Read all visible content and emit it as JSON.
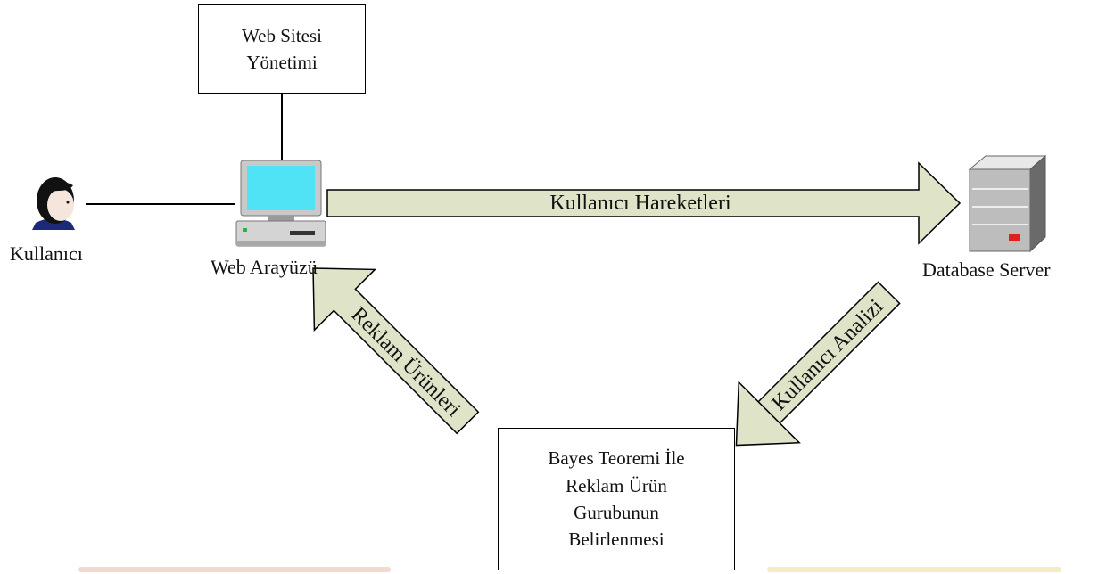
{
  "nodes": {
    "website_management": {
      "line1": "Web Sitesi",
      "line2": "Yönetimi"
    },
    "user": {
      "label": "Kullanıcı"
    },
    "web_interface": {
      "label": "Web Arayüzü"
    },
    "database_server": {
      "label": "Database Server"
    },
    "bayes": {
      "line1": "Bayes Teoremi İle",
      "line2": "Reklam Ürün",
      "line3": "Gurubunun",
      "line4": "Belirlenmesi"
    }
  },
  "arrows": {
    "user_actions": "Kullanıcı Hareketleri",
    "user_analysis": "Kullanıcı Analizi",
    "ad_products": "Reklam Ürünleri"
  },
  "colors": {
    "arrow_fill": "#dfe3c8",
    "monitor_screen": "#4fe3f5"
  },
  "icons": [
    "user-head-icon",
    "computer-icon",
    "server-icon"
  ]
}
